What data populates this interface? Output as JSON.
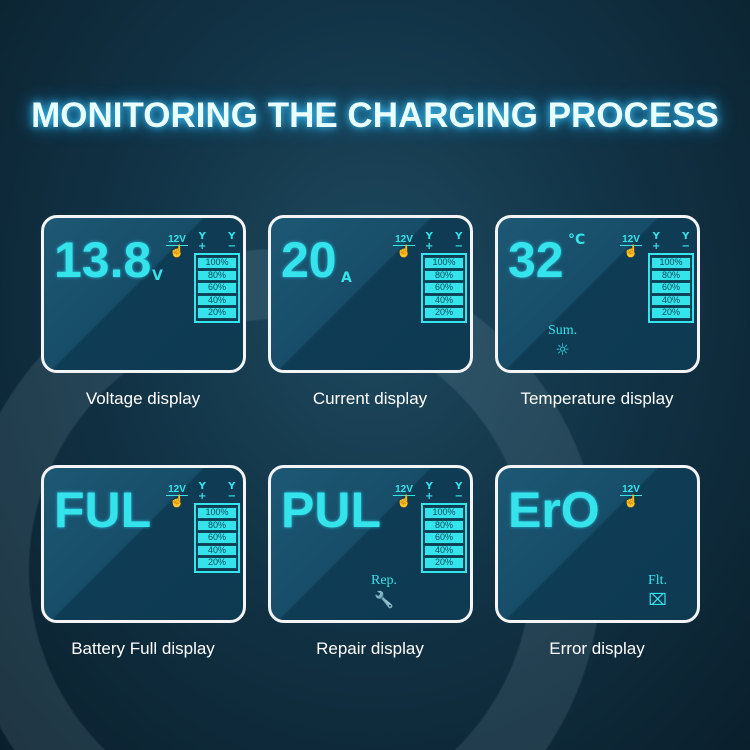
{
  "title": "MONITORING THE CHARGING PROCESS",
  "panels": [
    {
      "value": "13.8",
      "unit": "V",
      "voltage_tag": "12V",
      "label": "Voltage display",
      "battery_levels": [
        "100%",
        "80%",
        "60%",
        "40%",
        "20%"
      ]
    },
    {
      "value": "20",
      "unit": "A",
      "voltage_tag": "12V",
      "label": "Current display",
      "battery_levels": [
        "100%",
        "80%",
        "60%",
        "40%",
        "20%"
      ]
    },
    {
      "value": "32",
      "unit": "°C",
      "voltage_tag": "12V",
      "label": "Temperature display",
      "battery_levels": [
        "100%",
        "80%",
        "60%",
        "40%",
        "20%"
      ],
      "mode": "Sum.",
      "mode_icon": "sun-icon"
    },
    {
      "value": "FUL",
      "voltage_tag": "12V",
      "label": "Battery Full display",
      "battery_levels": [
        "100%",
        "80%",
        "60%",
        "40%",
        "20%"
      ]
    },
    {
      "value": "PUL",
      "voltage_tag": "12V",
      "label": "Repair display",
      "battery_levels": [
        "100%",
        "80%",
        "60%",
        "40%",
        "20%"
      ],
      "mode": "Rep.",
      "mode_icon": "wrench-icon"
    },
    {
      "value": "ErO",
      "voltage_tag": "12V",
      "label": "Error display",
      "mode": "Flt.",
      "mode_icon": "battery-fault-icon"
    }
  ],
  "battery_terminals": {
    "plus": "+",
    "minus": "−"
  },
  "accent_color": "#35e4ea"
}
